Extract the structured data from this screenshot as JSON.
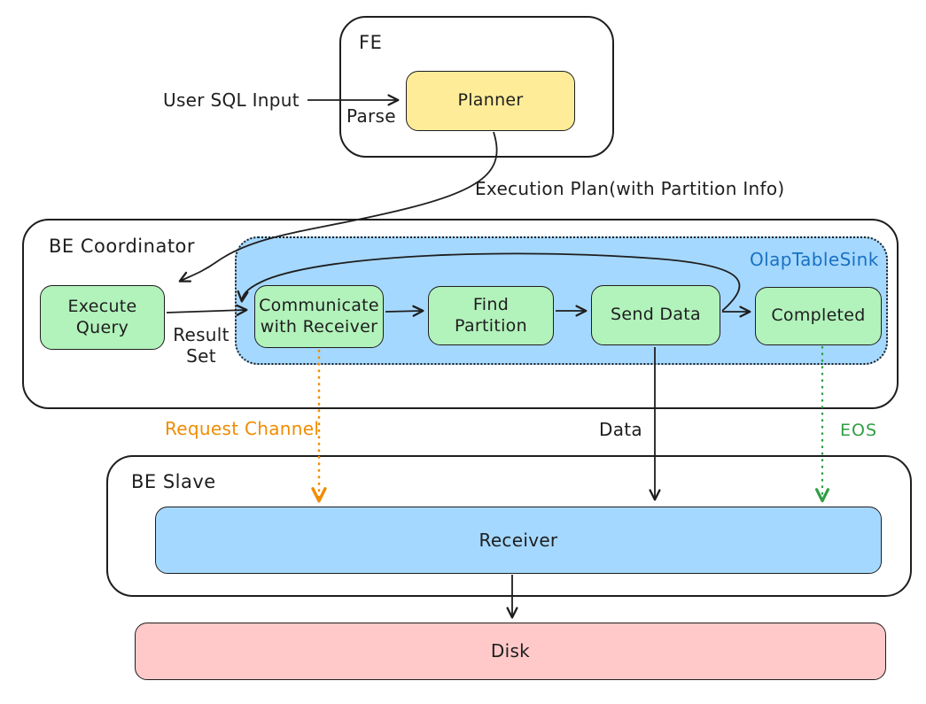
{
  "colors": {
    "stroke": "#1e1e1e",
    "planner_fill": "#ffec99",
    "step_fill": "#b2f2bb",
    "sink_fill": "#a5d8ff",
    "receiver_fill": "#a5d8ff",
    "disk_fill": "#ffc9c9",
    "request_channel": "#f08c00",
    "eos": "#2f9e44",
    "sink_label": "#1971c2"
  },
  "fe": {
    "label": "FE",
    "planner": "Planner"
  },
  "flow": {
    "user_sql_input": "User SQL Input",
    "parse": "Parse",
    "execution_plan": "Execution Plan(with Partition Info)",
    "result_set": "Result Set"
  },
  "be_coordinator": {
    "label": "BE Coordinator",
    "execute_query": "Execute Query",
    "sink": {
      "label": "OlapTableSink",
      "steps": [
        "Communicate with Receiver",
        "Find Partition",
        "Send Data",
        "Completed"
      ]
    }
  },
  "channels": {
    "request_channel": "Request Channel",
    "data": "Data",
    "eos": "EOS"
  },
  "be_slave": {
    "label": "BE Slave",
    "receiver": "Receiver"
  },
  "disk": {
    "label": "Disk"
  }
}
